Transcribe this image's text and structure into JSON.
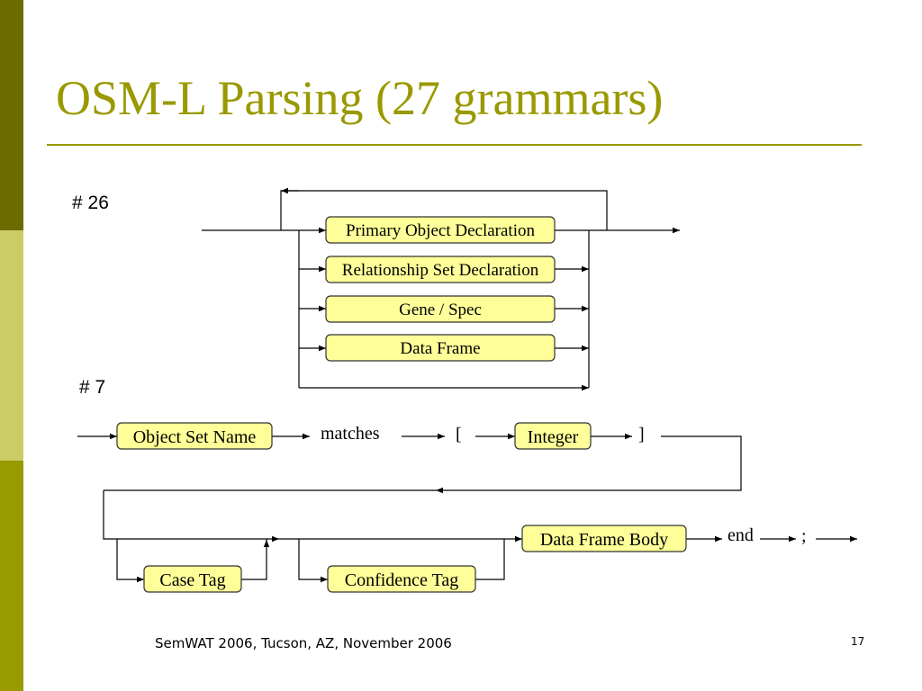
{
  "slide": {
    "title": "OSM-L Parsing (27 grammars)",
    "footer": "SemWAT 2006, Tucson, AZ, November 2006",
    "page_number": "17",
    "colors": {
      "accent": "#999900",
      "sidebar_dark": "#6b6b00",
      "sidebar_light": "#cccc66",
      "box_fill": "#ffff99",
      "box_border": "#333333"
    }
  },
  "grammar26": {
    "label": "# 26",
    "alternatives": [
      "Primary Object Declaration",
      "Relationship Set Declaration",
      "Gene / Spec",
      "Data Frame"
    ]
  },
  "grammar7": {
    "label": "# 7",
    "boxes": {
      "object_set_name": "Object Set Name",
      "integer": "Integer",
      "case_tag": "Case Tag",
      "confidence_tag": "Confidence Tag",
      "data_frame_body": "Data Frame Body"
    },
    "terminals": {
      "matches": "matches",
      "open_bracket": "[",
      "close_bracket": "]",
      "end": "end",
      "semicolon": ";"
    }
  }
}
